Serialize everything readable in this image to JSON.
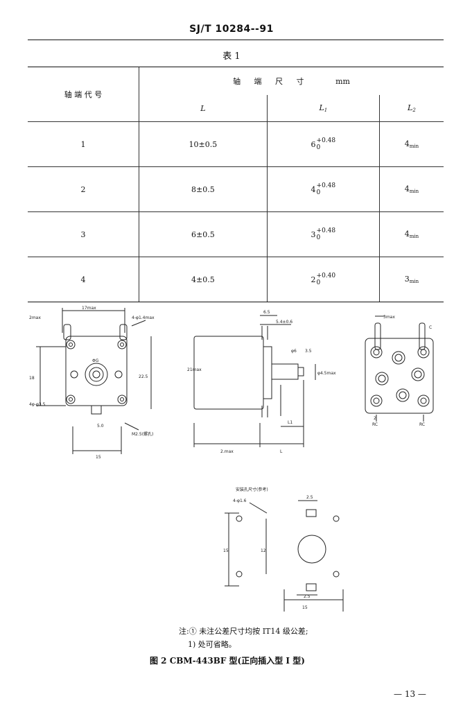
{
  "header": {
    "standard_code": "SJ/T 10284--91"
  },
  "table": {
    "caption": "表 1",
    "row_header": "轴 端 代 号",
    "group_header": "轴 端 尺 寸",
    "unit": "mm",
    "columns": [
      "L",
      "L1",
      "L2"
    ],
    "rows": [
      {
        "code": "1",
        "L": "10±0.5",
        "L1": {
          "base": "6",
          "upper": "+0.48",
          "lower": "0"
        },
        "L2": {
          "base": "4",
          "sub": "min"
        }
      },
      {
        "code": "2",
        "L": "8±0.5",
        "L1": {
          "base": "4",
          "upper": "+0.48",
          "lower": "0"
        },
        "L2": {
          "base": "4",
          "sub": "min"
        }
      },
      {
        "code": "3",
        "L": "6±0.5",
        "L1": {
          "base": "3",
          "upper": "+0.48",
          "lower": "0"
        },
        "L2": {
          "base": "4",
          "sub": "min"
        }
      },
      {
        "code": "4",
        "L": "4±0.5",
        "L1": {
          "base": "2",
          "upper": "+0.40",
          "lower": "0"
        },
        "L2": {
          "base": "3",
          "sub": "min"
        }
      }
    ]
  },
  "drawings": {
    "front": {
      "dim_width": "17max",
      "dim_height": "18",
      "dim_bottom": "15",
      "dim_tab": "5.0",
      "dim_top_left": "2max",
      "hole_note": "4-φ1.4max",
      "screw_note": "M2.5(螺孔)",
      "side_note": "4φ-φ3.5",
      "center_label": "ΦG",
      "height_right": "22.5"
    },
    "side": {
      "dim_top": "6.5",
      "dim_top2": "5.4±0.6",
      "dim_height": "21max",
      "dim_shaft1": "φ6",
      "dim_shaft2": "3.5",
      "dim_right": "φ4.5max",
      "label_L1": "L1",
      "label_L": "L",
      "label_bottom": "2.max"
    },
    "back": {
      "dim_top": "3max",
      "label_c": "C",
      "label_rc1": "2",
      "label_rc2": "RC",
      "label_rc3": "RC"
    },
    "mount": {
      "title": "安装孔尺寸(参考)",
      "dim_hole": "4-φ1.6",
      "dim_slot": "2.5",
      "dim_vert": "15",
      "dim_center": "12",
      "dim_width": "15",
      "dim_bot_slot": "2.5"
    }
  },
  "notes": {
    "note1": "注:① 未注公差尺寸均按 IT14 级公差;",
    "note2": "1) 处可省略。"
  },
  "figure_caption": "图 2   CBM-443BF 型(正向插入型 I 型)",
  "page_number": "— 13 —"
}
